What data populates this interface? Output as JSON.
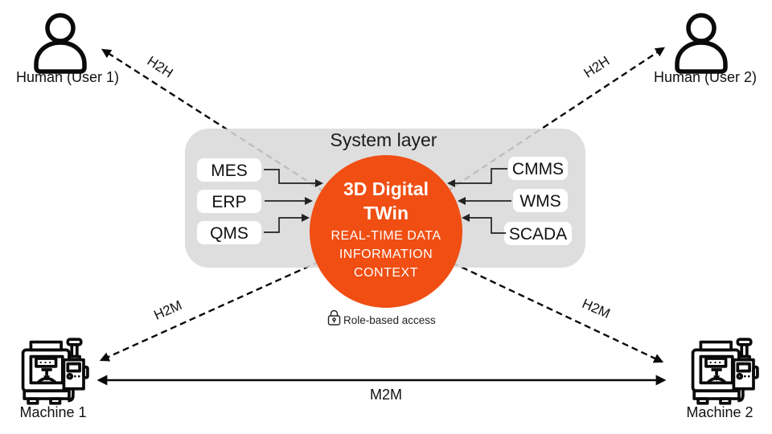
{
  "colors": {
    "accent_orange": "#F04E13",
    "layer_gray": "#D9D9D9",
    "line_black": "#111111",
    "box_white": "#FFFFFF"
  },
  "system_layer": {
    "title": "System layer",
    "left_systems": [
      "MES",
      "ERP",
      "QMS"
    ],
    "right_systems": [
      "CMMS",
      "WMS",
      "SCADA"
    ]
  },
  "digital_twin": {
    "title_line1": "3D Digital",
    "title_line2": "TWin",
    "subtitle_lines": [
      "REAL-TIME DATA",
      "INFORMATION",
      "CONTEXT"
    ]
  },
  "access_note": {
    "icon": "lock-icon",
    "label": "Role-based access"
  },
  "nodes": {
    "human1": {
      "label": "Human (User 1)",
      "icon": "person-icon"
    },
    "human2": {
      "label": "Human (User 2)",
      "icon": "person-icon"
    },
    "machine1": {
      "label": "Machine 1",
      "icon": "machine-icon"
    },
    "machine2": {
      "label": "Machine 2",
      "icon": "machine-icon"
    }
  },
  "links": {
    "h2h_left": {
      "label": "H2H",
      "style": "dashed-arrow"
    },
    "h2h_right": {
      "label": "H2H",
      "style": "dashed-arrow"
    },
    "h2m_left": {
      "label": "H2M",
      "style": "dashed-arrow"
    },
    "h2m_right": {
      "label": "H2M",
      "style": "dashed-arrow"
    },
    "m2m": {
      "label": "M2M",
      "style": "solid-double-arrow"
    }
  }
}
